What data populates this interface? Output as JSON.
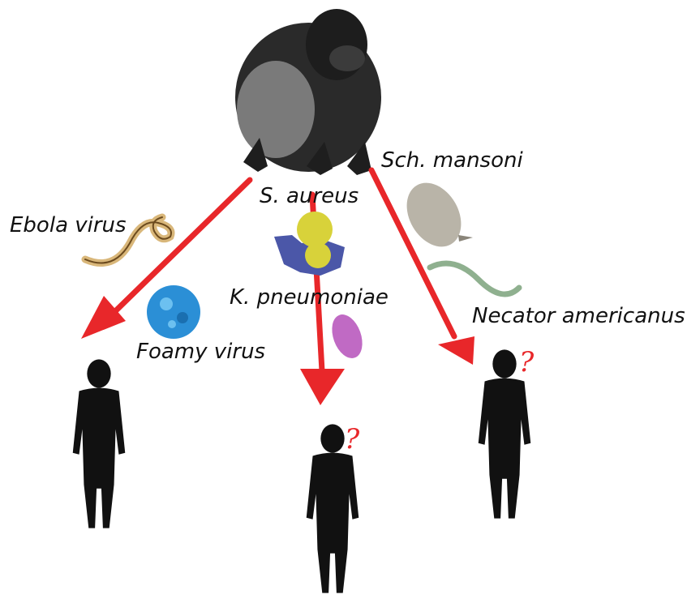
{
  "source": {
    "name": "gorilla"
  },
  "labels": {
    "ebola": "Ebola virus",
    "foamy": "Foamy virus",
    "saureus": "S. aureus",
    "kpneumoniae": "K. pneumoniae",
    "schmansoni": "Sch. mansoni",
    "necator": "Necator americanus"
  },
  "question_mark": "?",
  "colors": {
    "arrow": "#e8272a",
    "silhouette": "#111111",
    "question": "#e8272a",
    "ebola": "#d9b77a",
    "foamy": "#2b8fd6",
    "saureus": "#d8d23a",
    "kpneumoniae": "#c06ac4",
    "schistosome": "#b9b4a8",
    "hookworm": "#8fb08f"
  }
}
